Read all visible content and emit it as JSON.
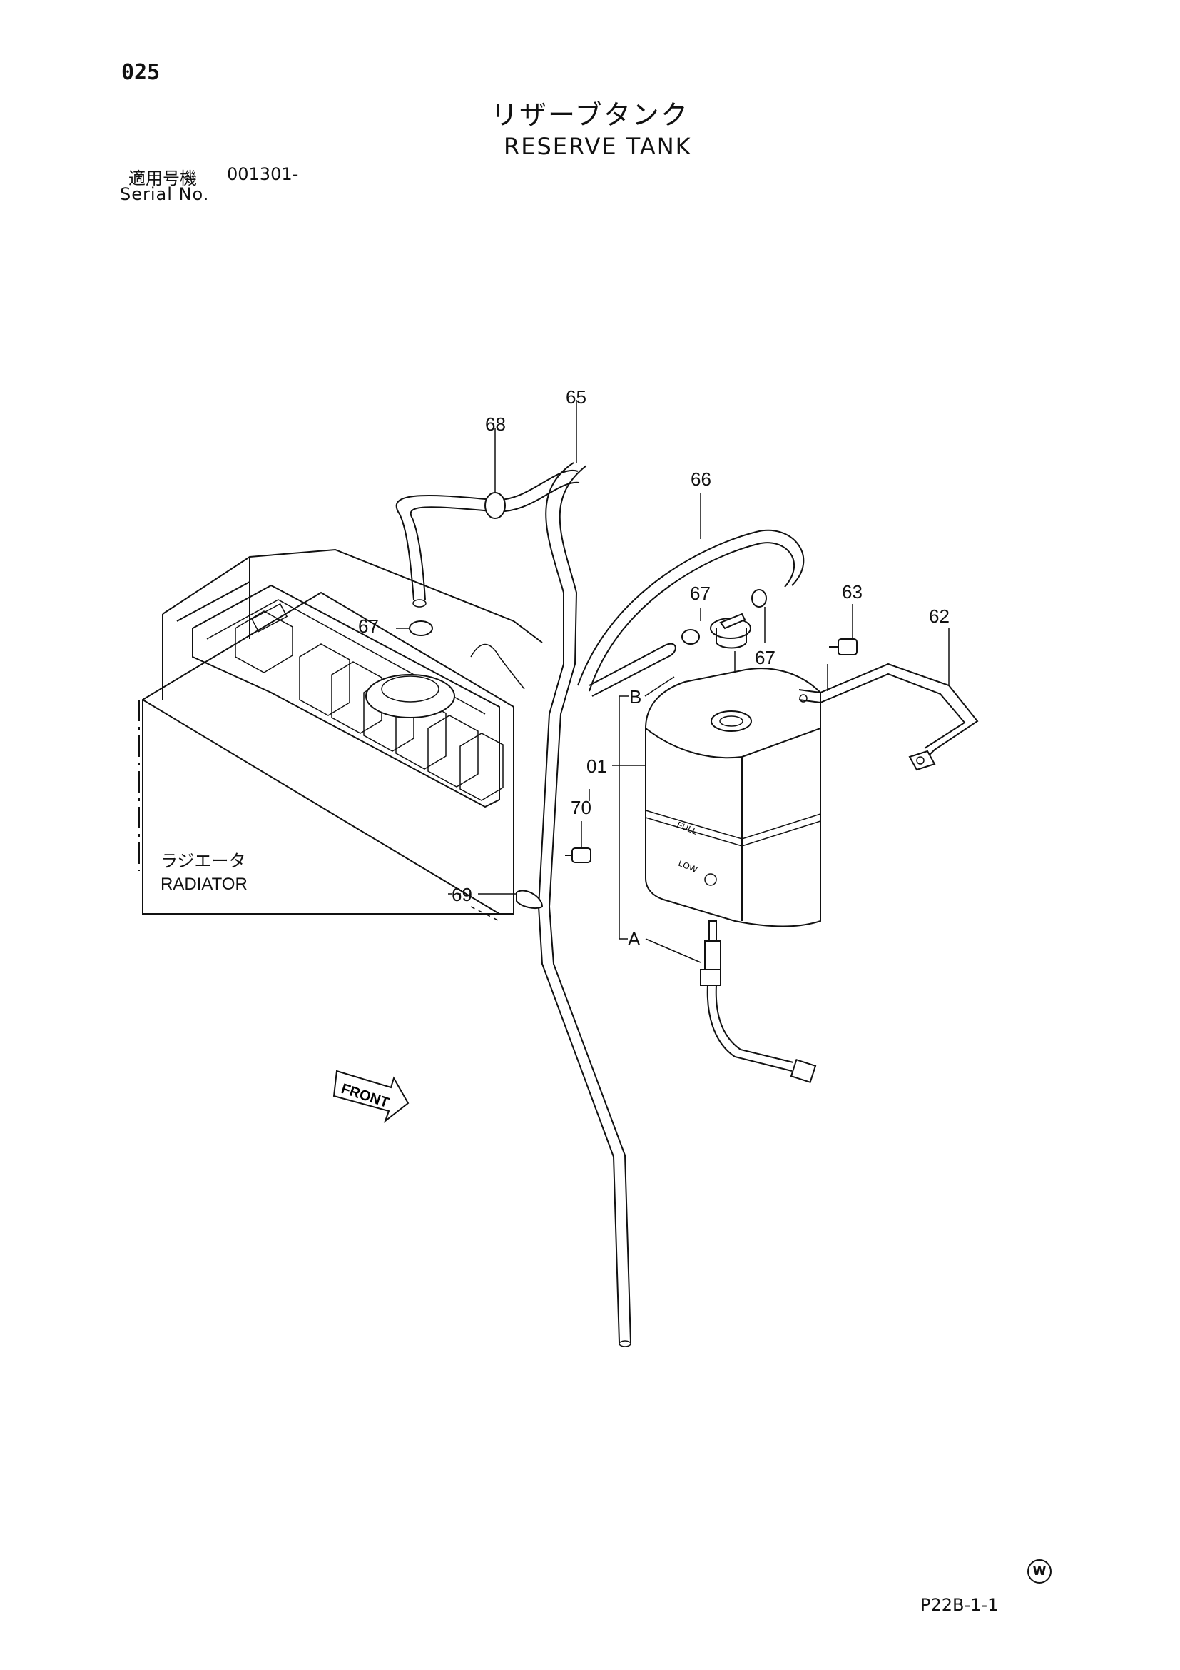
{
  "header": {
    "page_number": "025",
    "title_jp": "リザーブタンク",
    "title_en": "RESERVE TANK",
    "serial_label_jp": "適用号機",
    "serial_range": "001301-",
    "serial_label_en": "Serial No."
  },
  "callouts": {
    "c65": "65",
    "c68": "68",
    "c66": "66",
    "c67a": "67",
    "c67b": "67",
    "c67c": "67",
    "c63": "63",
    "c62": "62",
    "c01": "01",
    "c70": "70",
    "c69": "69",
    "cA": "A",
    "cB": "B"
  },
  "labels": {
    "radiator_jp": "ラジエータ",
    "radiator_en": "RADIATOR",
    "front": "FRONT",
    "tank_full": "FULL",
    "tank_low": "LOW"
  },
  "footer": {
    "code": "P22B-1-1",
    "watermark": "W"
  }
}
